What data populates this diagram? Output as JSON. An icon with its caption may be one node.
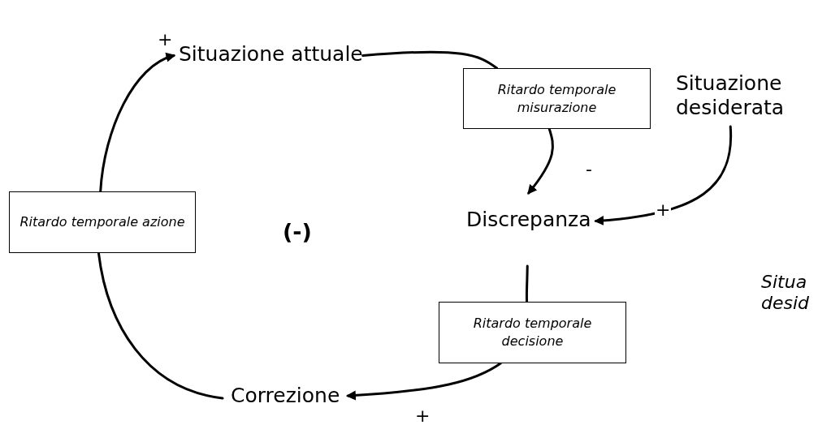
{
  "diagram": {
    "nodes": [
      {
        "text": [
          "Situazione attuale"
        ]
      },
      {
        "text": [
          "Ritardo temporale misurazione"
        ]
      },
      {
        "text": [
          "Situazione desiderata"
        ]
      },
      {
        "text": [
          "Discrepanza"
        ]
      },
      {
        "text": [
          "Ritardo temporale decisione"
        ]
      },
      {
        "text": [
          "Correzione"
        ]
      },
      {
        "text": [
          "Ritardo temporale azione"
        ]
      }
    ],
    "edges": [
      {
        "from": 0,
        "to": 1,
        "arrow": "none"
      },
      {
        "from": 1,
        "to": 3,
        "arrow": "to",
        "label": "-"
      },
      {
        "from": 2,
        "to": 3,
        "arrow": "to",
        "label": "+"
      },
      {
        "from": 3,
        "to": 4,
        "arrow": "none"
      },
      {
        "from": 4,
        "to": 5,
        "arrow": "to",
        "label": "+"
      },
      {
        "from": 5,
        "to": 6,
        "arrow": "none"
      },
      {
        "from": 6,
        "to": 0,
        "arrow": "to",
        "label": "+"
      }
    ],
    "labels": [
      "(-)",
      "Situa desid"
    ]
  }
}
